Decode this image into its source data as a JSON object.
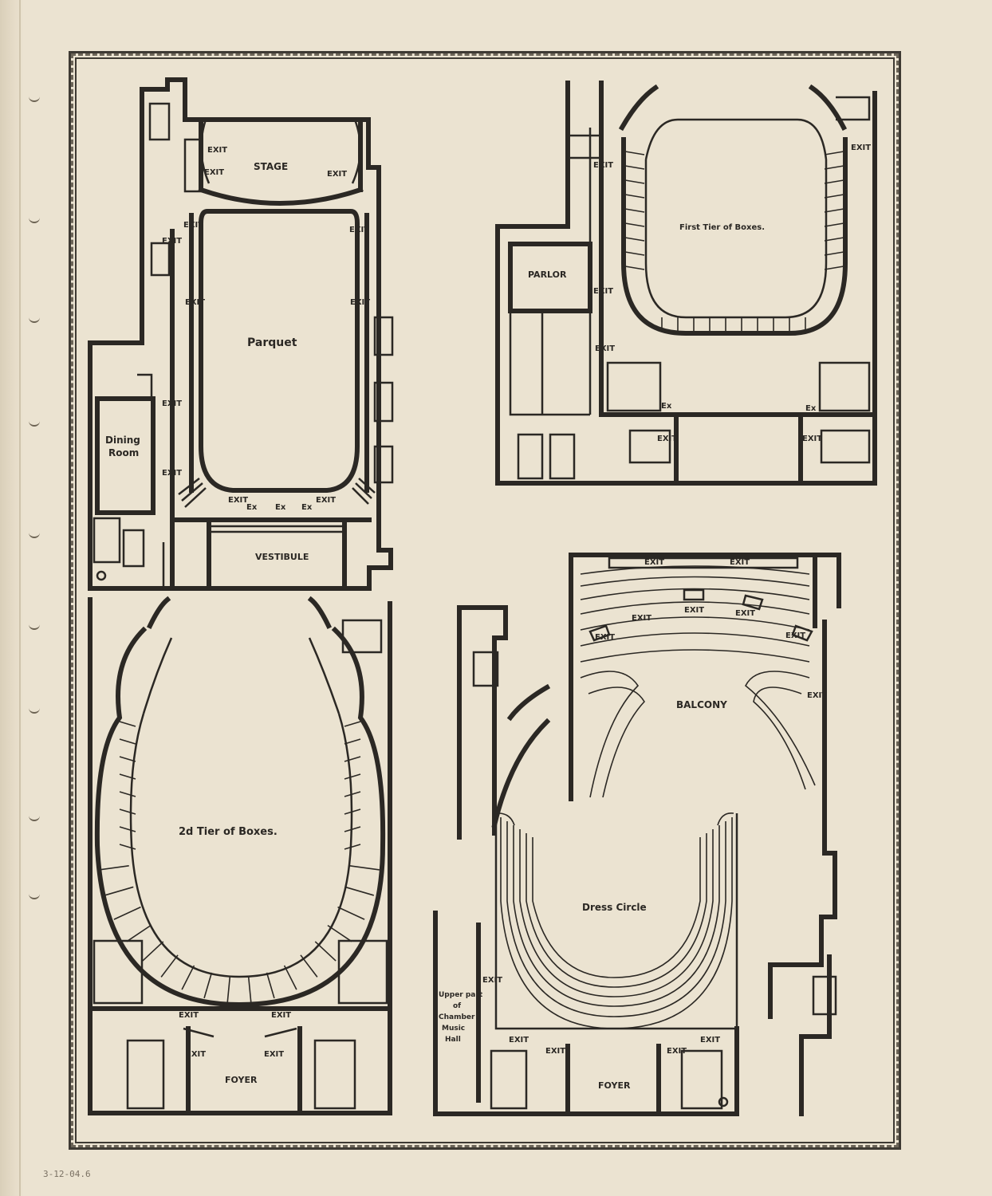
{
  "plans": {
    "parquet": {
      "title": "Parquet",
      "stage": "STAGE",
      "vestibule": "VESTIBULE",
      "dining_room_line1": "Dining",
      "dining_room_line2": "Room",
      "exit": "EXIT",
      "ex": "Ex"
    },
    "first_tier": {
      "title": "First Tier of Boxes.",
      "parlor": "PARLOR",
      "exit": "EXIT",
      "ex": "Ex"
    },
    "second_tier": {
      "title": "2d Tier of Boxes.",
      "foyer": "FOYER",
      "exit": "EXIT"
    },
    "balcony": {
      "title": "BALCONY",
      "exit": "EXIT"
    },
    "dress_circle": {
      "title": "Dress Circle",
      "foyer": "FOYER",
      "exit": "EXIT",
      "chamber_line1": "Upper part",
      "chamber_line2": "of",
      "chamber_line3": "Chamber",
      "chamber_line4": "Music",
      "chamber_line5": "Hall"
    }
  },
  "archive_note": "3-12-04.6"
}
